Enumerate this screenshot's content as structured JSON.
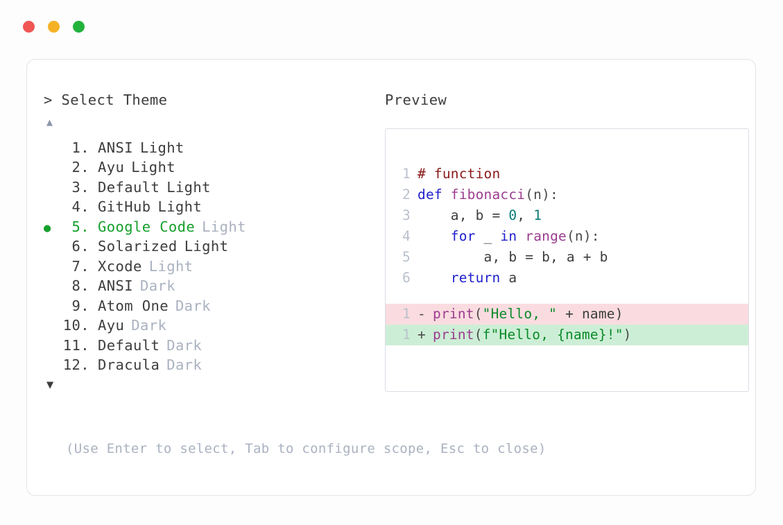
{
  "titlebar": {
    "dots": [
      {
        "name": "close",
        "color": "#f05654"
      },
      {
        "name": "minimize",
        "color": "#f5b125"
      },
      {
        "name": "maximize",
        "color": "#22b33c"
      }
    ]
  },
  "selector": {
    "prompt_symbol": ">",
    "prompt_label": "Select Theme",
    "scroll_up_icon": "▲",
    "scroll_down_icon": "▼",
    "selected_index": 5,
    "selected_bullet": "●",
    "items": [
      {
        "index": "1.",
        "name": "ANSI",
        "variant": "Light",
        "variant_style": "strong",
        "selected": false
      },
      {
        "index": "2.",
        "name": "Ayu",
        "variant": "Light",
        "variant_style": "strong",
        "selected": false
      },
      {
        "index": "3.",
        "name": "Default",
        "variant": "Light",
        "variant_style": "strong",
        "selected": false
      },
      {
        "index": "4.",
        "name": "GitHub",
        "variant": "Light",
        "variant_style": "strong",
        "selected": false
      },
      {
        "index": "5.",
        "name": "Google Code",
        "variant": "Light",
        "variant_style": "dim",
        "selected": true
      },
      {
        "index": "6.",
        "name": "Solarized",
        "variant": "Light",
        "variant_style": "strong",
        "selected": false
      },
      {
        "index": "7.",
        "name": "Xcode",
        "variant": "Light",
        "variant_style": "dim",
        "selected": false
      },
      {
        "index": "8.",
        "name": "ANSI",
        "variant": "Dark",
        "variant_style": "dim",
        "selected": false
      },
      {
        "index": "9.",
        "name": "Atom One",
        "variant": "Dark",
        "variant_style": "dim",
        "selected": false
      },
      {
        "index": "10.",
        "name": "Ayu",
        "variant": "Dark",
        "variant_style": "dim",
        "selected": false
      },
      {
        "index": "11.",
        "name": "Default",
        "variant": "Dark",
        "variant_style": "dim",
        "selected": false
      },
      {
        "index": "12.",
        "name": "Dracula",
        "variant": "Dark",
        "variant_style": "dim",
        "selected": false
      }
    ]
  },
  "preview": {
    "label": "Preview",
    "code_lines": [
      {
        "n": "1",
        "tokens": [
          {
            "t": "# function",
            "c": "cmt"
          }
        ]
      },
      {
        "n": "2",
        "tokens": [
          {
            "t": "def ",
            "c": "kw"
          },
          {
            "t": "fibonacci",
            "c": "fn"
          },
          {
            "t": "(n):",
            "c": "pn"
          }
        ]
      },
      {
        "n": "3",
        "tokens": [
          {
            "t": "    a, b = ",
            "c": "id"
          },
          {
            "t": "0",
            "c": "num"
          },
          {
            "t": ", ",
            "c": "id"
          },
          {
            "t": "1",
            "c": "num"
          }
        ]
      },
      {
        "n": "4",
        "tokens": [
          {
            "t": "    ",
            "c": "id"
          },
          {
            "t": "for",
            "c": "kw"
          },
          {
            "t": " _ ",
            "c": "id"
          },
          {
            "t": "in",
            "c": "kw"
          },
          {
            "t": " ",
            "c": "id"
          },
          {
            "t": "range",
            "c": "fn"
          },
          {
            "t": "(n):",
            "c": "pn"
          }
        ]
      },
      {
        "n": "5",
        "tokens": [
          {
            "t": "        a, b = b, a + b",
            "c": "id"
          }
        ]
      },
      {
        "n": "6",
        "tokens": [
          {
            "t": "    ",
            "c": "id"
          },
          {
            "t": "return",
            "c": "kw"
          },
          {
            "t": " a",
            "c": "id"
          }
        ]
      }
    ],
    "diff_lines": [
      {
        "n": "1",
        "sign": "-",
        "kind": "del",
        "tokens": [
          {
            "t": "print",
            "c": "fn"
          },
          {
            "t": "(",
            "c": "pn"
          },
          {
            "t": "\"Hello, \"",
            "c": "str"
          },
          {
            "t": " + name)",
            "c": "id"
          }
        ]
      },
      {
        "n": "1",
        "sign": "+",
        "kind": "add",
        "tokens": [
          {
            "t": "print",
            "c": "fn"
          },
          {
            "t": "(",
            "c": "pn"
          },
          {
            "t": "f\"Hello, {name}!\"",
            "c": "str"
          },
          {
            "t": ")",
            "c": "pn"
          }
        ]
      }
    ]
  },
  "footer": {
    "hint": "(Use Enter to select, Tab to configure scope, Esc to close)"
  },
  "colors": {
    "accent_green": "#16a02c",
    "muted": "#aab2c0",
    "keyword": "#2020cc",
    "function": "#9b3d8f",
    "number": "#0b7a7a",
    "comment": "#8b1a1a",
    "string": "#0a8a28",
    "diff_delete_bg": "#fadce0",
    "diff_add_bg": "#cdeed6"
  }
}
